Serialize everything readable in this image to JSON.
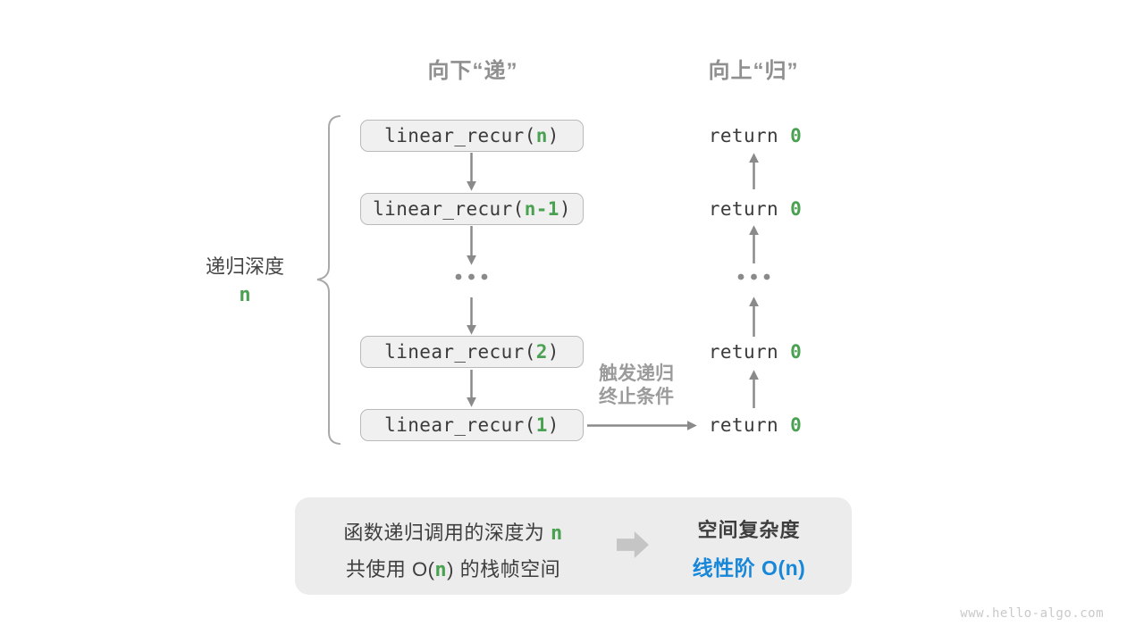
{
  "headers": {
    "descend": "向下“递”",
    "ascend": "向上“归”"
  },
  "depth_brace": {
    "label": "递归深度",
    "value": "n"
  },
  "call_stack": [
    {
      "prefix": "linear_recur(",
      "arg": "n",
      "suffix": ")"
    },
    {
      "prefix": "linear_recur(",
      "arg": "n-1",
      "suffix": ")"
    },
    {
      "prefix": "linear_recur(",
      "arg": "2",
      "suffix": ")"
    },
    {
      "prefix": "linear_recur(",
      "arg": "1",
      "suffix": ")"
    }
  ],
  "ellipsis": "...",
  "returns": [
    {
      "keyword": "return ",
      "value": "0"
    },
    {
      "keyword": "return ",
      "value": "0"
    },
    {
      "keyword": "return ",
      "value": "0"
    },
    {
      "keyword": "return ",
      "value": "0"
    }
  ],
  "terminate_note": {
    "line1": "触发递归",
    "line2": "终止条件"
  },
  "summary": {
    "line1_prefix": "函数递归调用的深度为 ",
    "line1_value": "n",
    "line2_prefix": "共使用 O(",
    "line2_value": "n",
    "line2_suffix": ") 的栈帧空间"
  },
  "conclusion": {
    "title": "空间复杂度",
    "result": "线性阶 O(n)"
  },
  "watermark": "www.hello-algo.com",
  "colors": {
    "accent_green": "#4ba152",
    "accent_blue": "#1787d9",
    "arrow_gray": "#8a8a8a"
  }
}
